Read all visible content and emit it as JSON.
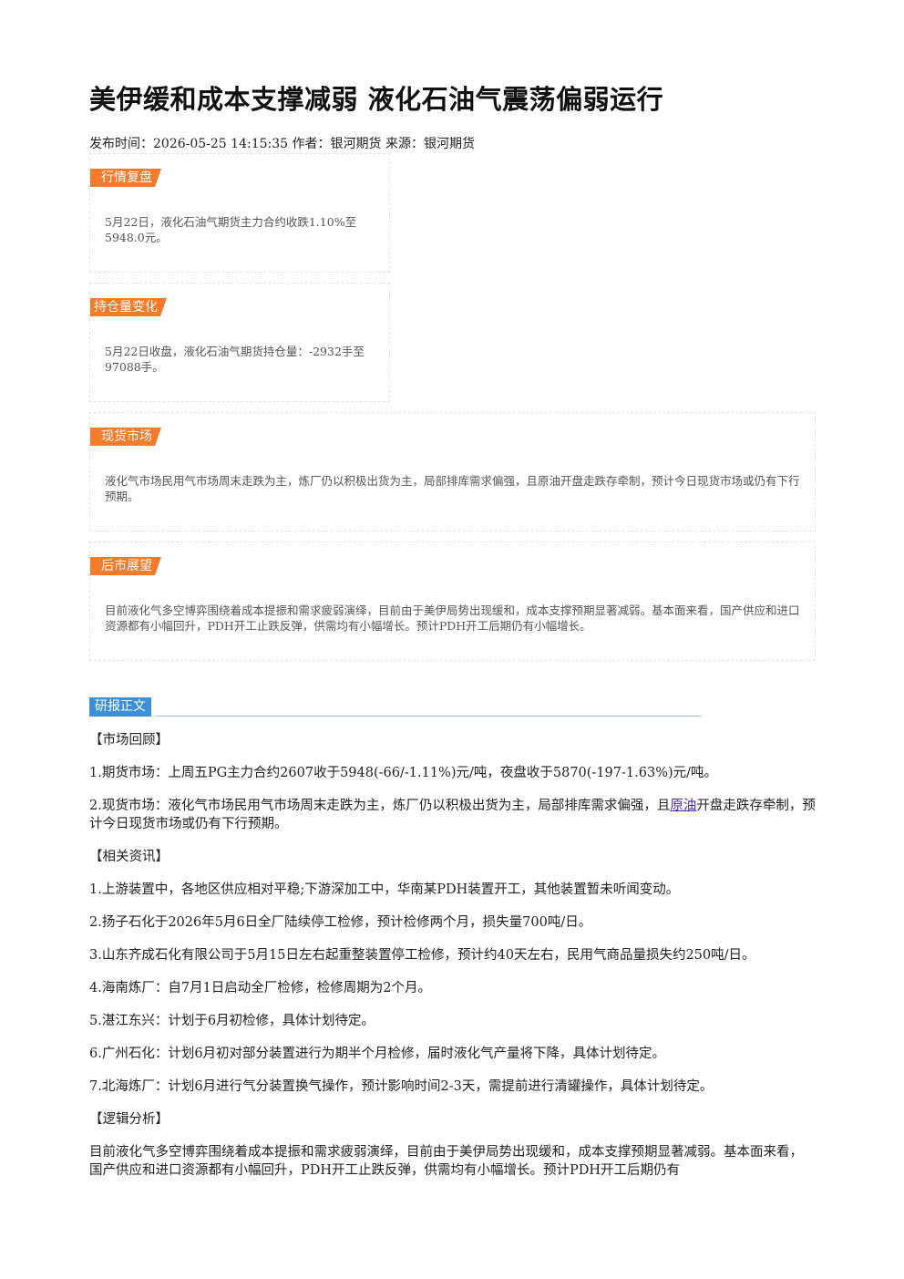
{
  "title": "美伊缓和成本支撑减弱 液化石油气震荡偏弱运行",
  "meta": "发布时间：2026-05-25 14:15:35 作者：银河期货 来源：银河期货",
  "boxes": [
    {
      "tag": "行情复盘",
      "text": "5月22日，液化石油气期货主力合约收跌1.10%至5948.0元。"
    },
    {
      "tag": "持仓量变化",
      "text": "5月22日收盘，液化石油气期货持仓量：-2932手至97088手。"
    },
    {
      "tag": "现货市场",
      "text": "液化气市场民用气市场周末走跌为主，炼厂仍以积极出货为主，局部排库需求偏强，且原油开盘走跌存牵制，预计今日现货市场或仍有下行预期。"
    },
    {
      "tag": "后市展望",
      "text": "目前液化气多空博弈围绕着成本提振和需求疲弱演绎，目前由于美伊局势出现缓和，成本支撑预期显著减弱。基本面来看，国产供应和进口资源都有小幅回升，PDH开工止跌反弹，供需均有小幅增长。预计PDH开工后期仍有小幅增长。"
    }
  ],
  "section_label": "研报正文",
  "paragraphs": {
    "h1": "【市场回顾】",
    "p1": "1.期货市场：上周五PG主力合约2607收于5948(-66/-1.11%)元/吨，夜盘收于5870(-197-1.63%)元/吨。",
    "p2_a": "2.现货市场：液化气市场民用气市场周末走跌为主，炼厂仍以积极出货为主，局部排库需求偏强，且",
    "p2_link": "原油",
    "p2_b": "开盘走跌存牵制，预计今日现货市场或仍有下行预期。",
    "h2": "【相关资讯】",
    "n1": "1.上游装置中，各地区供应相对平稳;下游深加工中，华南某PDH装置开工，其他装置暂未听闻变动。",
    "n2": "2.扬子石化于2026年5月6日全厂陆续停工检修，预计检修两个月，损失量700吨/日。",
    "n3": "3.山东齐成石化有限公司于5月15日左右起重整装置停工检修，预计约40天左右，民用气商品量损失约250吨/日。",
    "n4": "4.海南炼厂：自7月1日启动全厂检修，检修周期为2个月。",
    "n5": "5.湛江东兴：计划于6月初检修，具体计划待定。",
    "n6": "6.广州石化：计划6月初对部分装置进行为期半个月检修，届时液化气产量将下降，具体计划待定。",
    "n7": "7.北海炼厂：计划6月进行气分装置换气操作，预计影响时间2-3天，需提前进行清罐操作，具体计划待定。",
    "h3": "【逻辑分析】",
    "logic": "目前液化气多空博弈围绕着成本提振和需求疲弱演绎，目前由于美伊局势出现缓和，成本支撑预期显著减弱。基本面来看，国产供应和进口资源都有小幅回升，PDH开工止跌反弹，供需均有小幅增长。预计PDH开工后期仍有"
  }
}
